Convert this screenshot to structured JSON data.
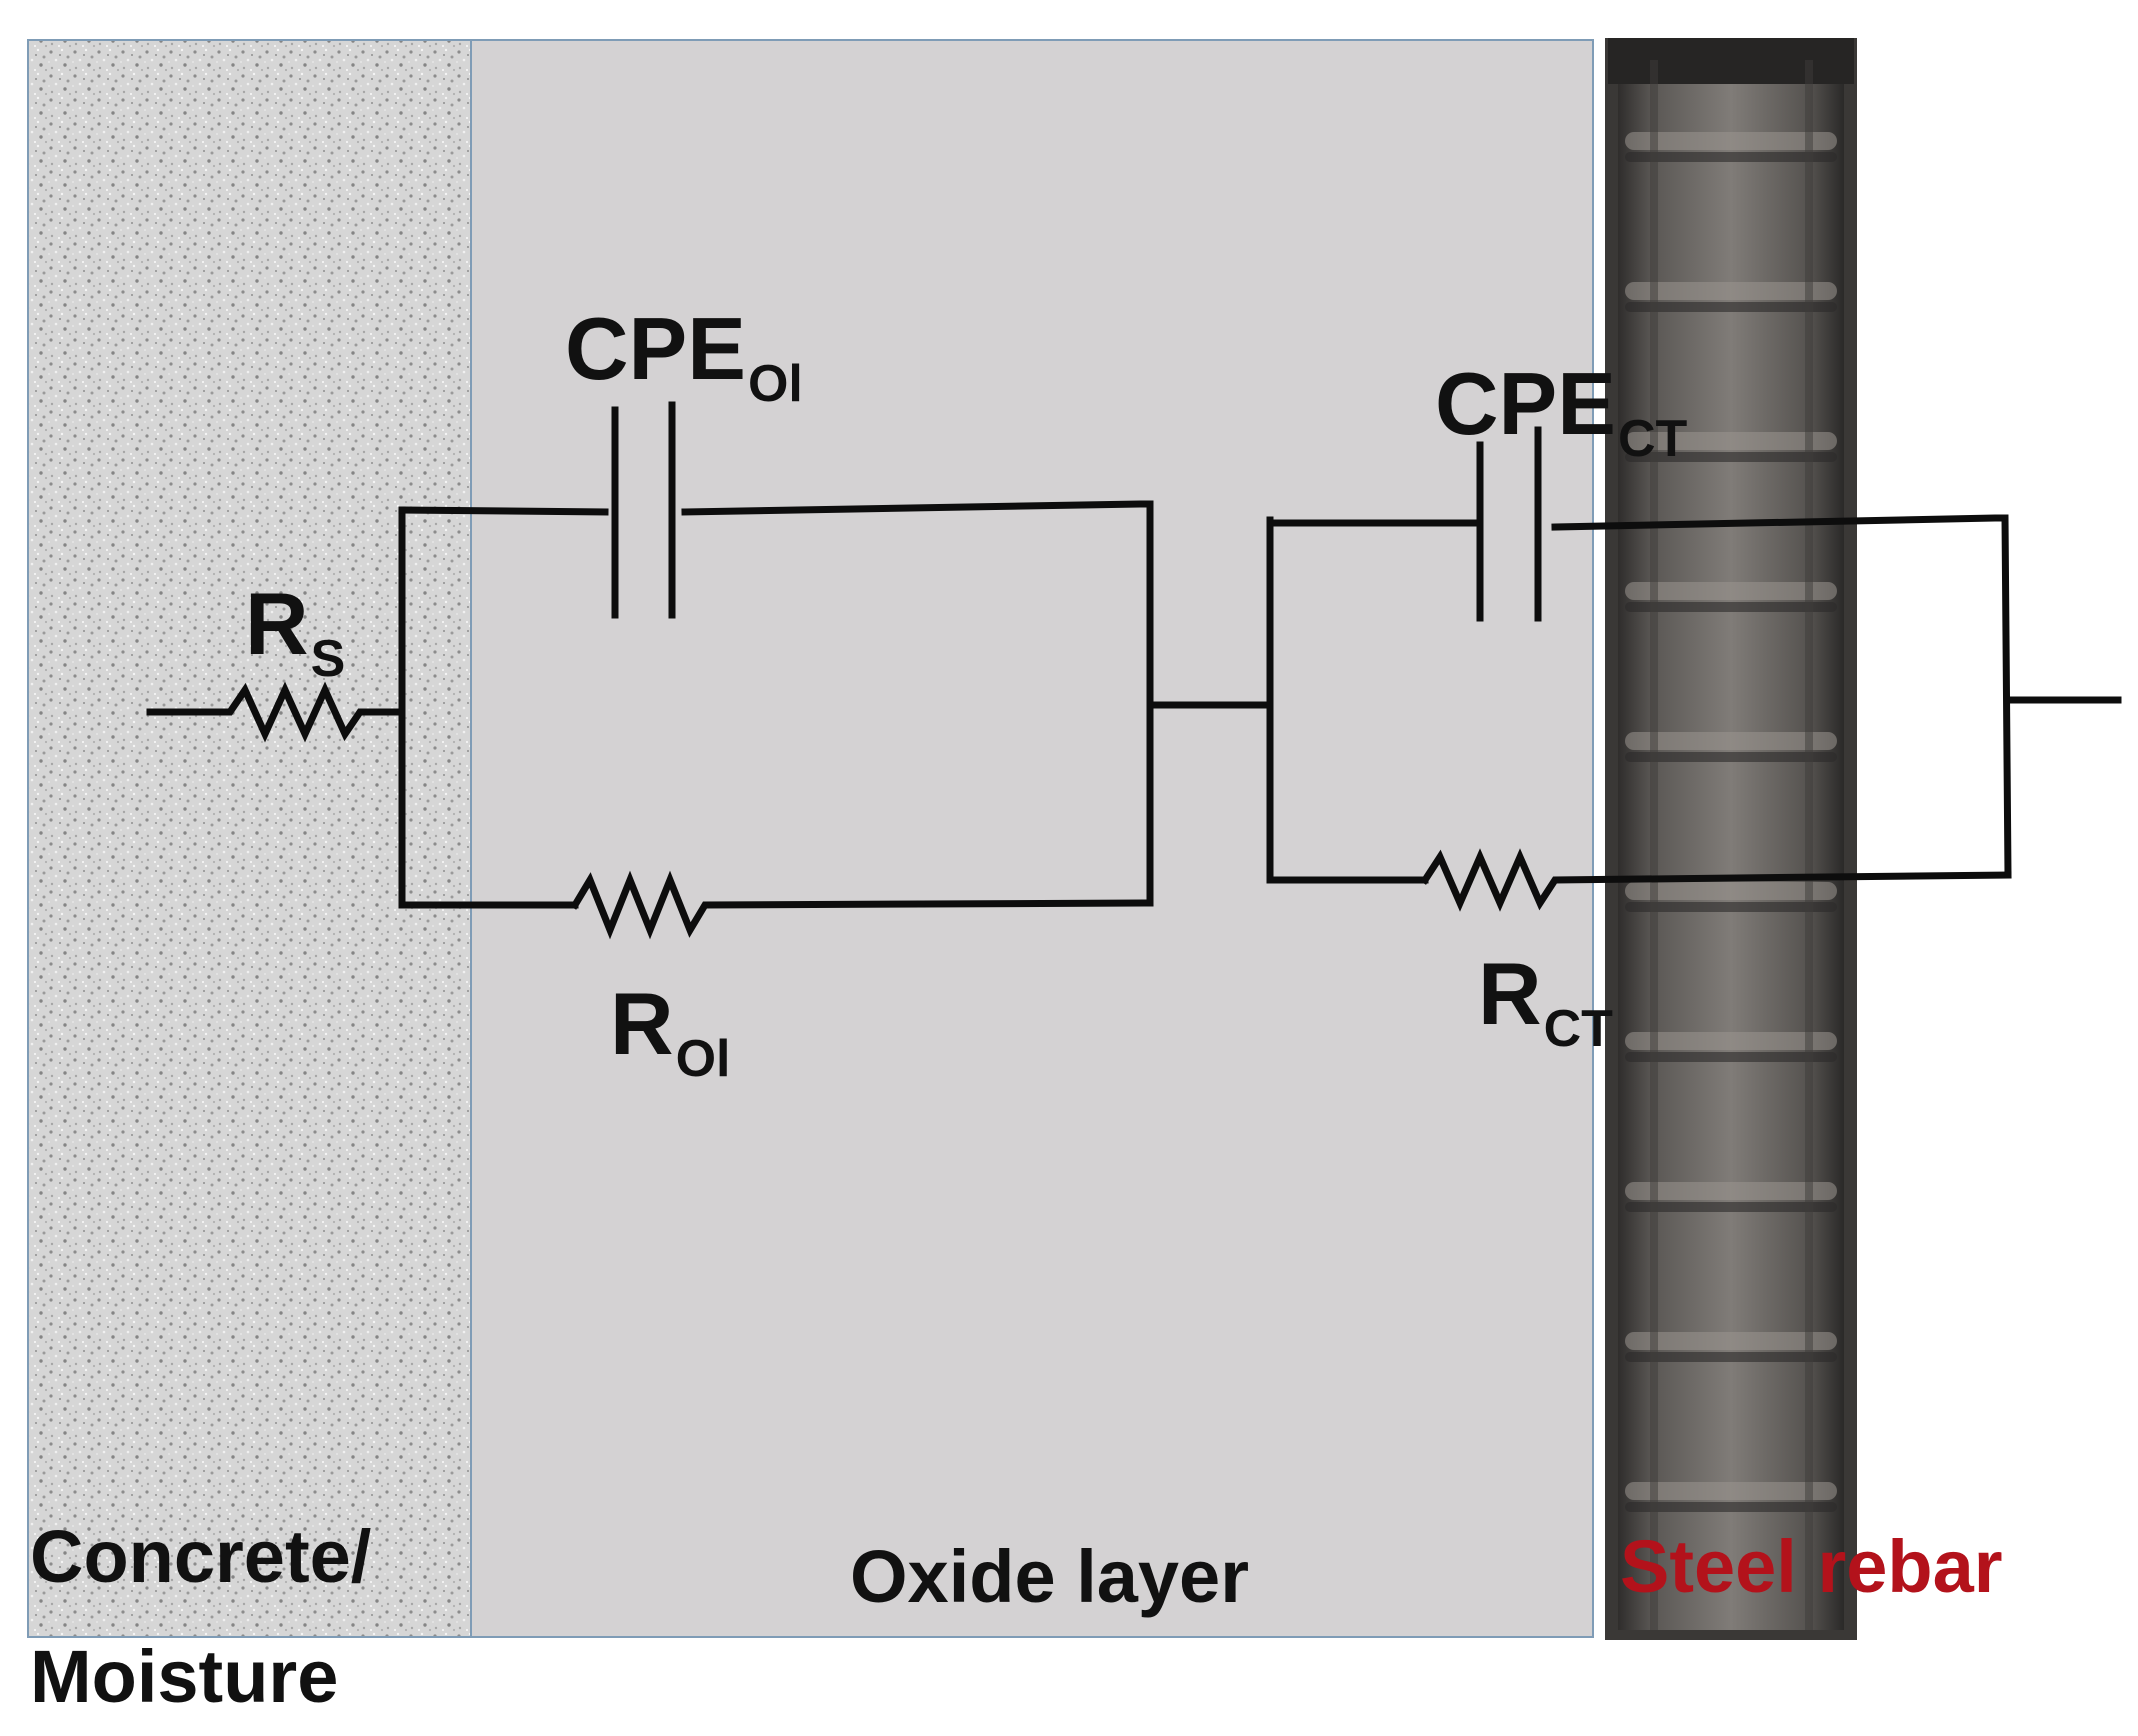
{
  "regions": {
    "concrete_line1": "Concrete/",
    "concrete_line2": "Moisture",
    "oxide": "Oxide layer",
    "steel_word1": "Steel",
    "steel_word2": "rebar"
  },
  "components": {
    "rs": {
      "main": "R",
      "sub": "S"
    },
    "cpe_ol": {
      "main": "CPE",
      "sub": "Ol"
    },
    "r_ol": {
      "main": "R",
      "sub": "Ol"
    },
    "cpe_ct": {
      "main": "CPE",
      "sub": "CT"
    },
    "r_ct": {
      "main": "R",
      "sub": "CT"
    }
  },
  "colors": {
    "concrete": "#d2d2d2",
    "oxide": "#d4d2d3",
    "region_border": "#7f9cb6",
    "rebar": "#4a4846",
    "rebar_rib": "#6f6c69",
    "wire": "#0d0d0d",
    "steel_label": "#b3121b"
  }
}
